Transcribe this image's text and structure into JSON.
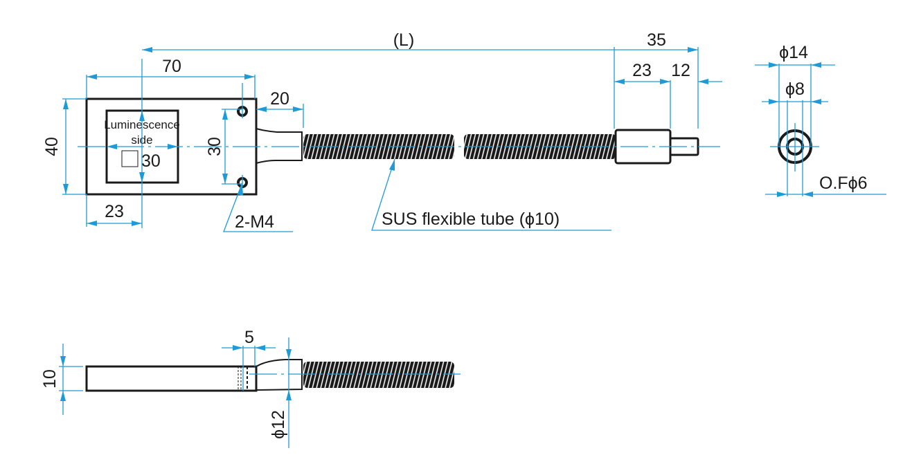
{
  "drawing": {
    "line_color": "#1a1a1a",
    "dimension_color": "#1e9bd7"
  },
  "top_view": {
    "overall_length": "(L)",
    "body_length": "70",
    "body_height": "40",
    "window_offset": "23",
    "window_label_line1": "Luminescence",
    "window_label_line2": "side",
    "window_size": "□30",
    "hole_pitch": "30",
    "hole_spec": "2-M4",
    "neck_length": "20",
    "tube_label": "SUS flexible tube (ϕ10)",
    "tip_total": "35",
    "tip_ferrule": "23",
    "tip_end": "12"
  },
  "end_view": {
    "outer_diameter": "ϕ14",
    "inner_diameter": "ϕ8",
    "fiber_diameter": "O.Fϕ6"
  },
  "side_view": {
    "thickness": "10",
    "window_depth": "5",
    "neck_diameter": "ϕ12"
  }
}
